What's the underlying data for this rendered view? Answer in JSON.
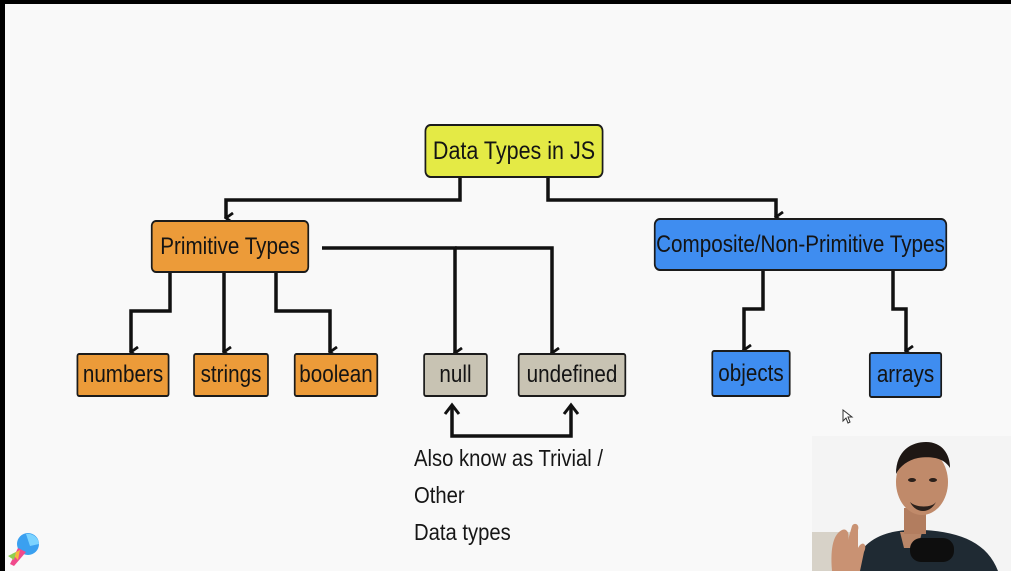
{
  "diagram": {
    "root": "Data Types in JS",
    "primitive": "Primitive Types",
    "composite": "Composite/Non-Primitive Types",
    "numbers": "numbers",
    "strings": "strings",
    "boolean": "boolean",
    "null": "null",
    "undefined": "undefined",
    "objects": "objects",
    "arrays": "arrays",
    "note_line1": "Also know as Trivial / Other",
    "note_line2": "Data types"
  },
  "colors": {
    "root": "#e4ea45",
    "primitive": "#ec9b39",
    "trivial": "#c8c3b3",
    "composite": "#3f8df0",
    "lines": "#111111"
  },
  "overlay": {
    "logo_icon": "paint-brush-logo-icon",
    "presenter": "presenter-webcam-thumbnail",
    "cursor": "mouse-pointer-icon"
  }
}
